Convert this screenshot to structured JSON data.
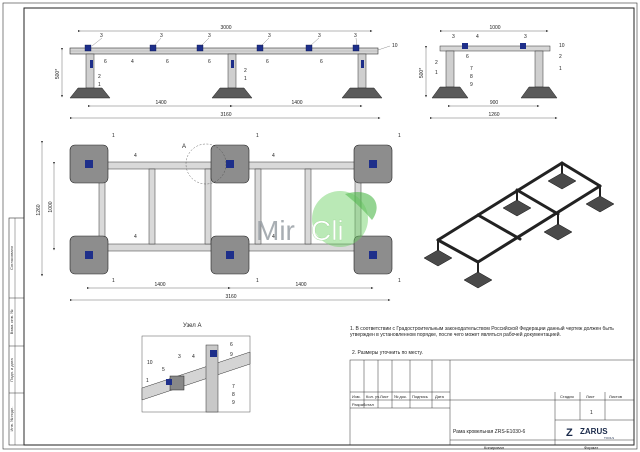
{
  "front_view": {
    "width_overall": "3000",
    "height": "500*",
    "spacing_left": "1400",
    "spacing_right": "1400",
    "length_total": "3160",
    "tag_right": "10",
    "callouts_top": [
      "3",
      "3",
      "3",
      "3",
      "3",
      "3"
    ],
    "callouts_mid": [
      "6",
      "6",
      "6",
      "6",
      "6"
    ],
    "callout_rail": "4",
    "callouts_leg": [
      "2",
      "1",
      "2",
      "1"
    ]
  },
  "side_view": {
    "width_top": "1000",
    "height": "500*",
    "base_span": "900",
    "length_total": "1260",
    "callouts": [
      "3",
      "4",
      "3",
      "6",
      "7",
      "8",
      "9",
      "2",
      "1",
      "10",
      "2",
      "1"
    ]
  },
  "plan_view": {
    "height_outer": "1260",
    "height_inner": "1000",
    "spacing_left": "1400",
    "spacing_right": "1400",
    "length_total": "3160",
    "detail_ref": "A",
    "callouts": [
      "1",
      "1",
      "1",
      "4",
      "4",
      "4",
      "4",
      "1",
      "1",
      "1"
    ]
  },
  "watermark": {
    "part1": "Mir",
    "part2": "Cli"
  },
  "detail": {
    "title": "Узел А",
    "callouts": [
      "10",
      "5",
      "3",
      "4",
      "6",
      "9",
      "1",
      "7",
      "8",
      "9"
    ]
  },
  "notes": [
    "1. В соответствии с Градостроительным законодательством Российской Федерации данный чертеж должен быть утвержден в установленном порядке, после чего может являться рабочей документацией.",
    "2. Размеры уточнить по месту."
  ],
  "side_stamp": [
    "Согласовано",
    "Взам. инв. №",
    "Подп. и дата",
    "Инв. № подл."
  ],
  "title_block": {
    "columns": [
      "Изм.",
      "Кол. уч.",
      "Лист",
      "№ док.",
      "Подпись",
      "Дата"
    ],
    "developer": "Разработал",
    "stage_label": "Стадия",
    "sheet_label": "Лист",
    "sheets_label": "Листов",
    "sheet_number": "1",
    "drawing_title": "Рама кровельная ZRS-E1030-6",
    "copied": "Копировал",
    "format": "Формат"
  },
  "logo": {
    "text": "ZARUS",
    "sub": "TOOLS"
  }
}
